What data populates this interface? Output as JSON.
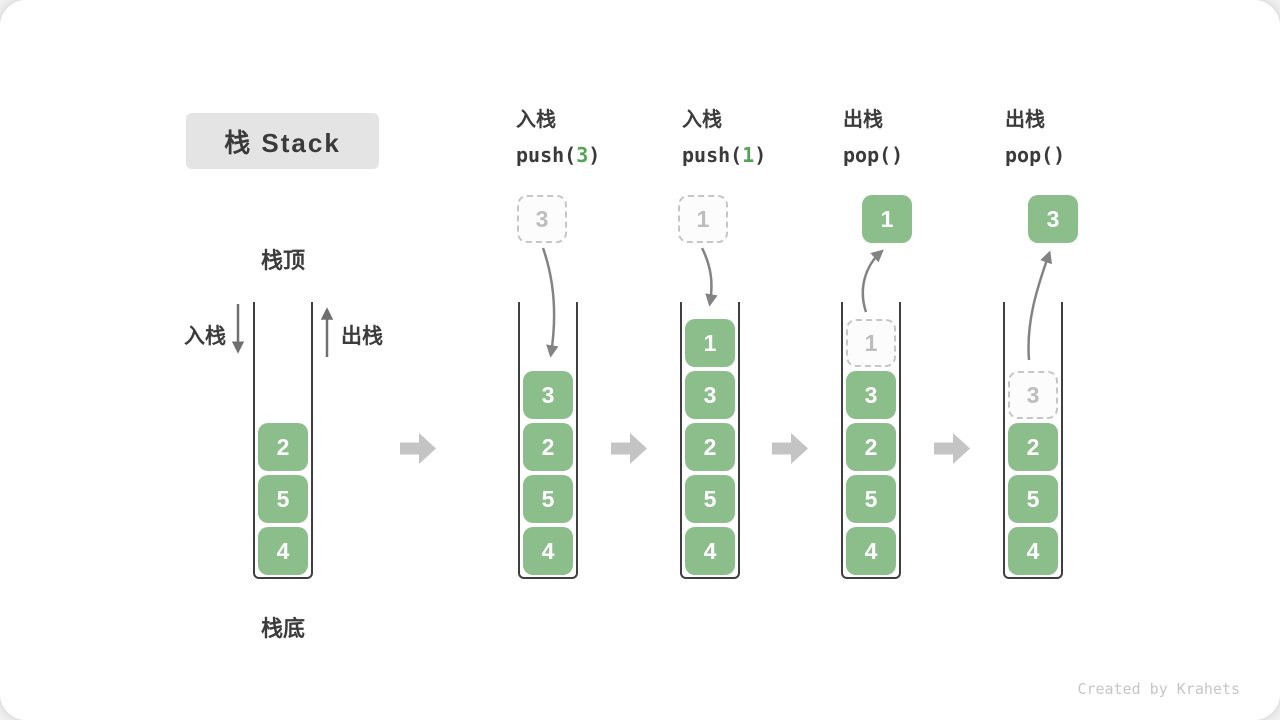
{
  "title": {
    "text": "栈 Stack"
  },
  "labels": {
    "stack_top": "栈顶",
    "stack_bottom": "栈底",
    "push_cn": "入栈",
    "pop_cn": "出栈"
  },
  "operations": [
    {
      "name_cn": "入栈",
      "code_open": "push(",
      "code_arg": "3",
      "code_close": ")"
    },
    {
      "name_cn": "入栈",
      "code_open": "push(",
      "code_arg": "1",
      "code_close": ")"
    },
    {
      "name_cn": "出栈",
      "code_open": "pop(",
      "code_arg": "",
      "code_close": ")"
    },
    {
      "name_cn": "出栈",
      "code_open": "pop(",
      "code_arg": "",
      "code_close": ")"
    }
  ],
  "stacks": [
    {
      "items": [
        "2",
        "5",
        "4"
      ]
    },
    {
      "floating": "3",
      "items": [
        "3",
        "2",
        "5",
        "4"
      ]
    },
    {
      "floating": "1",
      "items": [
        "1",
        "3",
        "2",
        "5",
        "4"
      ]
    },
    {
      "floating": "1",
      "items": [
        "1",
        "3",
        "2",
        "5",
        "4"
      ]
    },
    {
      "floating": "3",
      "items": [
        "3",
        "2",
        "5",
        "4"
      ]
    }
  ],
  "footer": {
    "credit": "Created by Krahets"
  },
  "colors": {
    "item_green": "#8cbe8c",
    "arg_green": "#52a556",
    "arrow_gray": "#838383",
    "chevron_gray": "#c4c4c4",
    "ghost_gray": "#c6c6c6",
    "title_bg": "#e4e4e4"
  }
}
